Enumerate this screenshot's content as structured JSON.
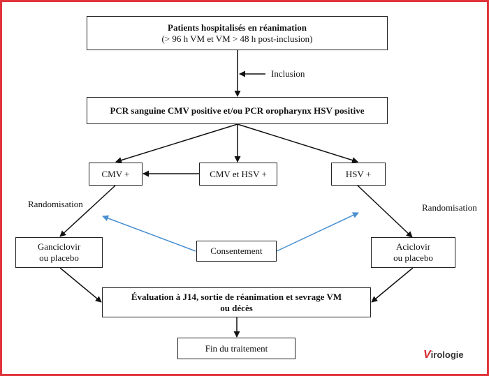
{
  "boxes": {
    "patients": {
      "line1": "Patients hospitalisés en réanimation",
      "line2": "(> 96 h VM et VM > 48 h post-inclusion)"
    },
    "pcr": "PCR sanguine CMV positive et/ou PCR oropharynx HSV positive",
    "cmv": "CMV +",
    "cmv_hsv": "CMV et HSV +",
    "hsv": "HSV +",
    "ganciclovir": {
      "line1": "Ganciclovir",
      "line2": "ou placebo"
    },
    "consentement": "Consentement",
    "aciclovir": {
      "line1": "Aciclovir",
      "line2": "ou placebo"
    },
    "evaluation": {
      "line1": "Évaluation à J14, sortie de réanimation et sevrage VM",
      "line2": "ou décès"
    },
    "fin": "Fin du traitement"
  },
  "labels": {
    "inclusion": "Inclusion",
    "randomisation_left": "Randomisation",
    "randomisation_right": "Randomisation"
  },
  "logo": {
    "initial": "V",
    "rest": "irologie"
  },
  "colors": {
    "frame": "#e0343a",
    "arrow": "#111111",
    "consent_arrow": "#4a90d0",
    "logo": "#d7262e"
  }
}
